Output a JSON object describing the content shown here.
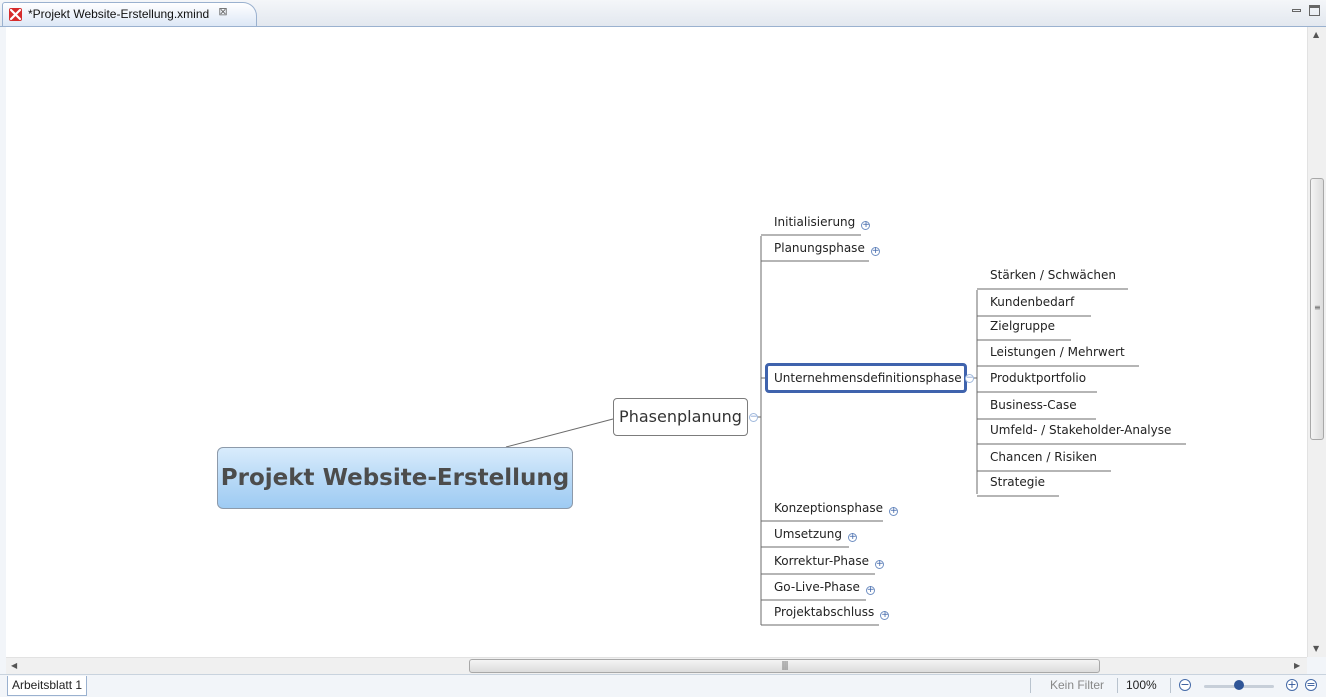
{
  "tab": {
    "title": "*Projekt Website-Erstellung.xmind",
    "close_glyph": "⊠"
  },
  "mindmap": {
    "central_topic": "Projekt Website-Erstellung",
    "main_topic": "Phasenplanung",
    "phases": [
      {
        "label": "Initialisierung",
        "collapsed": true
      },
      {
        "label": "Planungsphase",
        "collapsed": true
      },
      {
        "label": "Unternehmensdefinitionsphase",
        "collapsed": false,
        "selected": true
      },
      {
        "label": "Konzeptionsphase",
        "collapsed": true
      },
      {
        "label": "Umsetzung",
        "collapsed": true
      },
      {
        "label": "Korrektur-Phase",
        "collapsed": true
      },
      {
        "label": "Go-Live-Phase",
        "collapsed": true
      },
      {
        "label": "Projektabschluss",
        "collapsed": true
      }
    ],
    "subtopics": [
      "Stärken / Schwächen",
      "Kundenbedarf",
      "Zielgruppe",
      "Leistungen / Mehrwert",
      "Produktportfolio",
      "Business-Case",
      "Umfeld- / Stakeholder-Analyse",
      "Chancen / Risiken",
      "Strategie"
    ],
    "expand_glyph": "+",
    "collapse_glyph": "−"
  },
  "statusbar": {
    "sheet_tab": "Arbeitsblatt 1",
    "filter": "Kein Filter",
    "zoom": "100%",
    "zoom_out_glyph": "−",
    "zoom_in_glyph": "+",
    "zoom_fit_glyph": "=",
    "zoom_level_fraction": 0.5
  },
  "icons": {
    "app": "xmind-icon",
    "tab_close": "close-icon",
    "window_minimize": "minimize-icon",
    "window_maximize": "maximize-icon"
  },
  "colors": {
    "selection_border": "#3f63ad",
    "central_fill": "#b6d8f6",
    "app_icon_red": "#d62b2b"
  }
}
